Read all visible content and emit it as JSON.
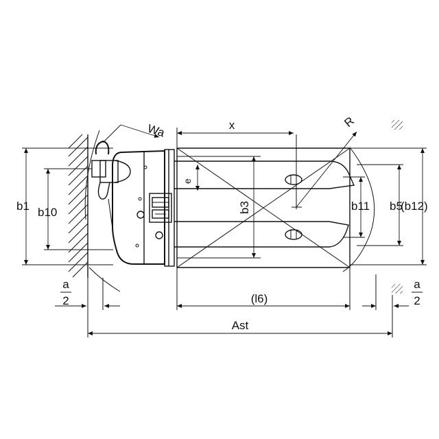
{
  "labels": {
    "x": "x",
    "wa": "Wa",
    "r": "R",
    "b1": "b1",
    "b10": "b10",
    "b3": "b3",
    "e": "e",
    "b11": "b11",
    "b5": "b5",
    "b12": "(b12)",
    "l6": "(l6)",
    "ast": "Ast",
    "a_num": "a",
    "a_den": "2"
  },
  "colors": {
    "line": "#111111",
    "background": "#ffffff"
  }
}
